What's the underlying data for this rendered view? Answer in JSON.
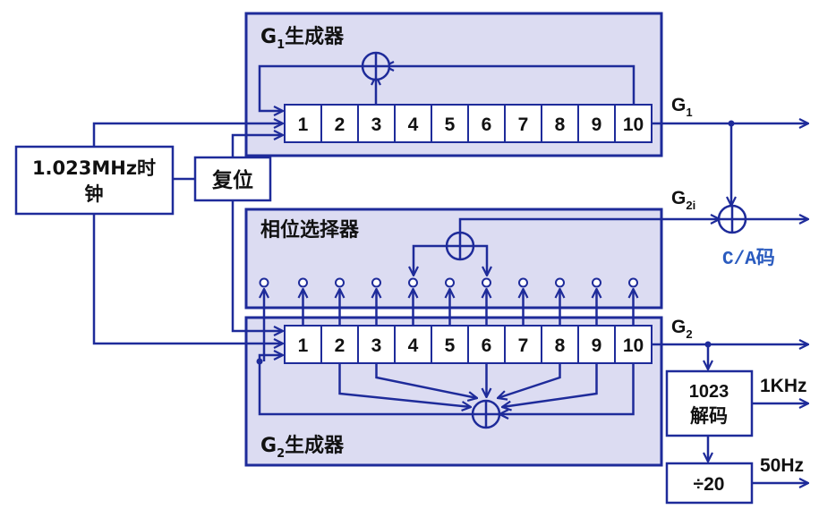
{
  "g1_generator": {
    "title_prefix": "G",
    "title_sub": "1",
    "title_suffix": "生成器",
    "cells": [
      "1",
      "2",
      "3",
      "4",
      "5",
      "6",
      "7",
      "8",
      "9",
      "10"
    ]
  },
  "g2_generator": {
    "title_prefix": "G",
    "title_sub": "2",
    "title_suffix": "生成器",
    "cells": [
      "1",
      "2",
      "3",
      "4",
      "5",
      "6",
      "7",
      "8",
      "9",
      "10"
    ]
  },
  "phase_selector": {
    "title": "相位选择器"
  },
  "clock": {
    "line1": "1.023MHz时",
    "line2": "钟"
  },
  "reset": {
    "label": "复位"
  },
  "decoder": {
    "line1": "1023",
    "line2": "解码"
  },
  "divider": {
    "label": "÷20"
  },
  "signals": {
    "g1_prefix": "G",
    "g1_sub": "1",
    "g2i_prefix": "G",
    "g2i_sub": "2i",
    "g2_prefix": "G",
    "g2_sub": "2",
    "ca_code": "C/A码",
    "out_1khz": "1KHz",
    "out_50hz": "50Hz"
  },
  "colors": {
    "line": "#1e2b9a",
    "generator_fill": "#dcdcf2",
    "ca_code_text": "#2a5bbf"
  }
}
